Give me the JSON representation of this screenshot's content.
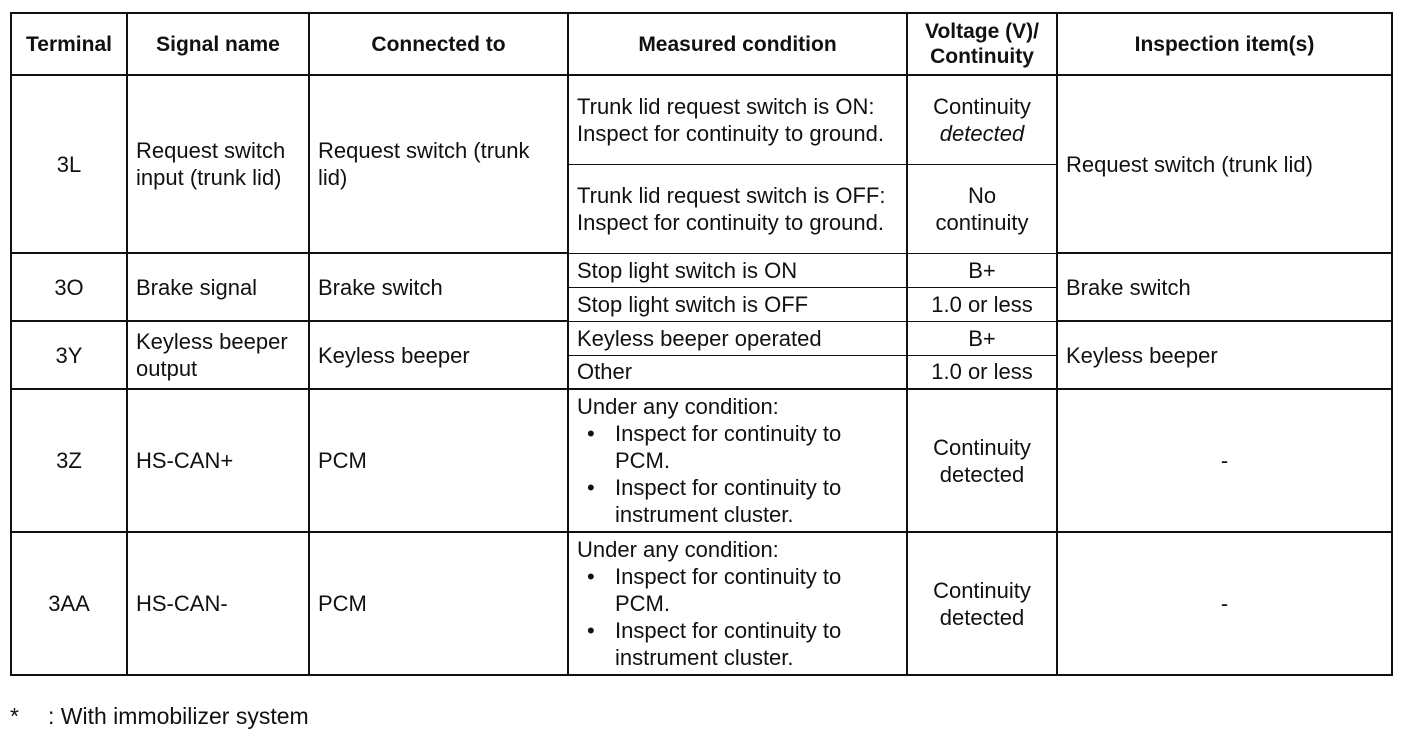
{
  "headers": {
    "terminal": "Terminal",
    "signal_name": "Signal name",
    "connected_to": "Connected to",
    "measured_condition": "Measured condition",
    "voltage_line1": "Voltage (V)/",
    "voltage_line2": "Continuity",
    "inspection_items": "Inspection item(s)"
  },
  "rows": {
    "r3L": {
      "terminal": "3L",
      "signal_name": "Request switch input (trunk lid)",
      "connected_to": "Request switch (trunk lid)",
      "cond1": "Trunk lid request switch is ON: Inspect for continuity to ground.",
      "val1_line1": "Continuity",
      "val1_line2": "detected",
      "cond2": "Trunk lid request switch is OFF: Inspect for continuity to ground.",
      "val2_line1": "No",
      "val2_line2": "continuity",
      "inspection": "Request switch (trunk lid)"
    },
    "r3O": {
      "terminal": "3O",
      "signal_name": "Brake signal",
      "connected_to": "Brake switch",
      "cond1": "Stop light switch is ON",
      "val1": "B+",
      "cond2": "Stop light switch is OFF",
      "val2": "1.0 or less",
      "inspection": "Brake switch"
    },
    "r3Y": {
      "terminal": "3Y",
      "signal_name": "Keyless beeper output",
      "connected_to": "Keyless beeper",
      "cond1": "Keyless beeper operated",
      "val1": "B+",
      "cond2": "Other",
      "val2": "1.0 or less",
      "inspection": "Keyless beeper"
    },
    "r3Z": {
      "terminal": "3Z",
      "signal_name": "HS-CAN+",
      "connected_to": "PCM",
      "cond_intro": "Under any condition:",
      "bullet1": "Inspect for continuity to PCM.",
      "bullet2": "Inspect for continuity to instrument cluster.",
      "val_line1": "Continuity",
      "val_line2": "detected",
      "inspection": "-"
    },
    "r3AA": {
      "terminal": "3AA",
      "signal_name": "HS-CAN-",
      "connected_to": "PCM",
      "cond_intro": "Under any condition:",
      "bullet1": "Inspect for continuity to PCM.",
      "bullet2": "Inspect for continuity to instrument cluster.",
      "val_line1": "Continuity",
      "val_line2": "detected",
      "inspection": "-"
    }
  },
  "footnote": {
    "symbol": "*",
    "text": ": With immobilizer system"
  }
}
